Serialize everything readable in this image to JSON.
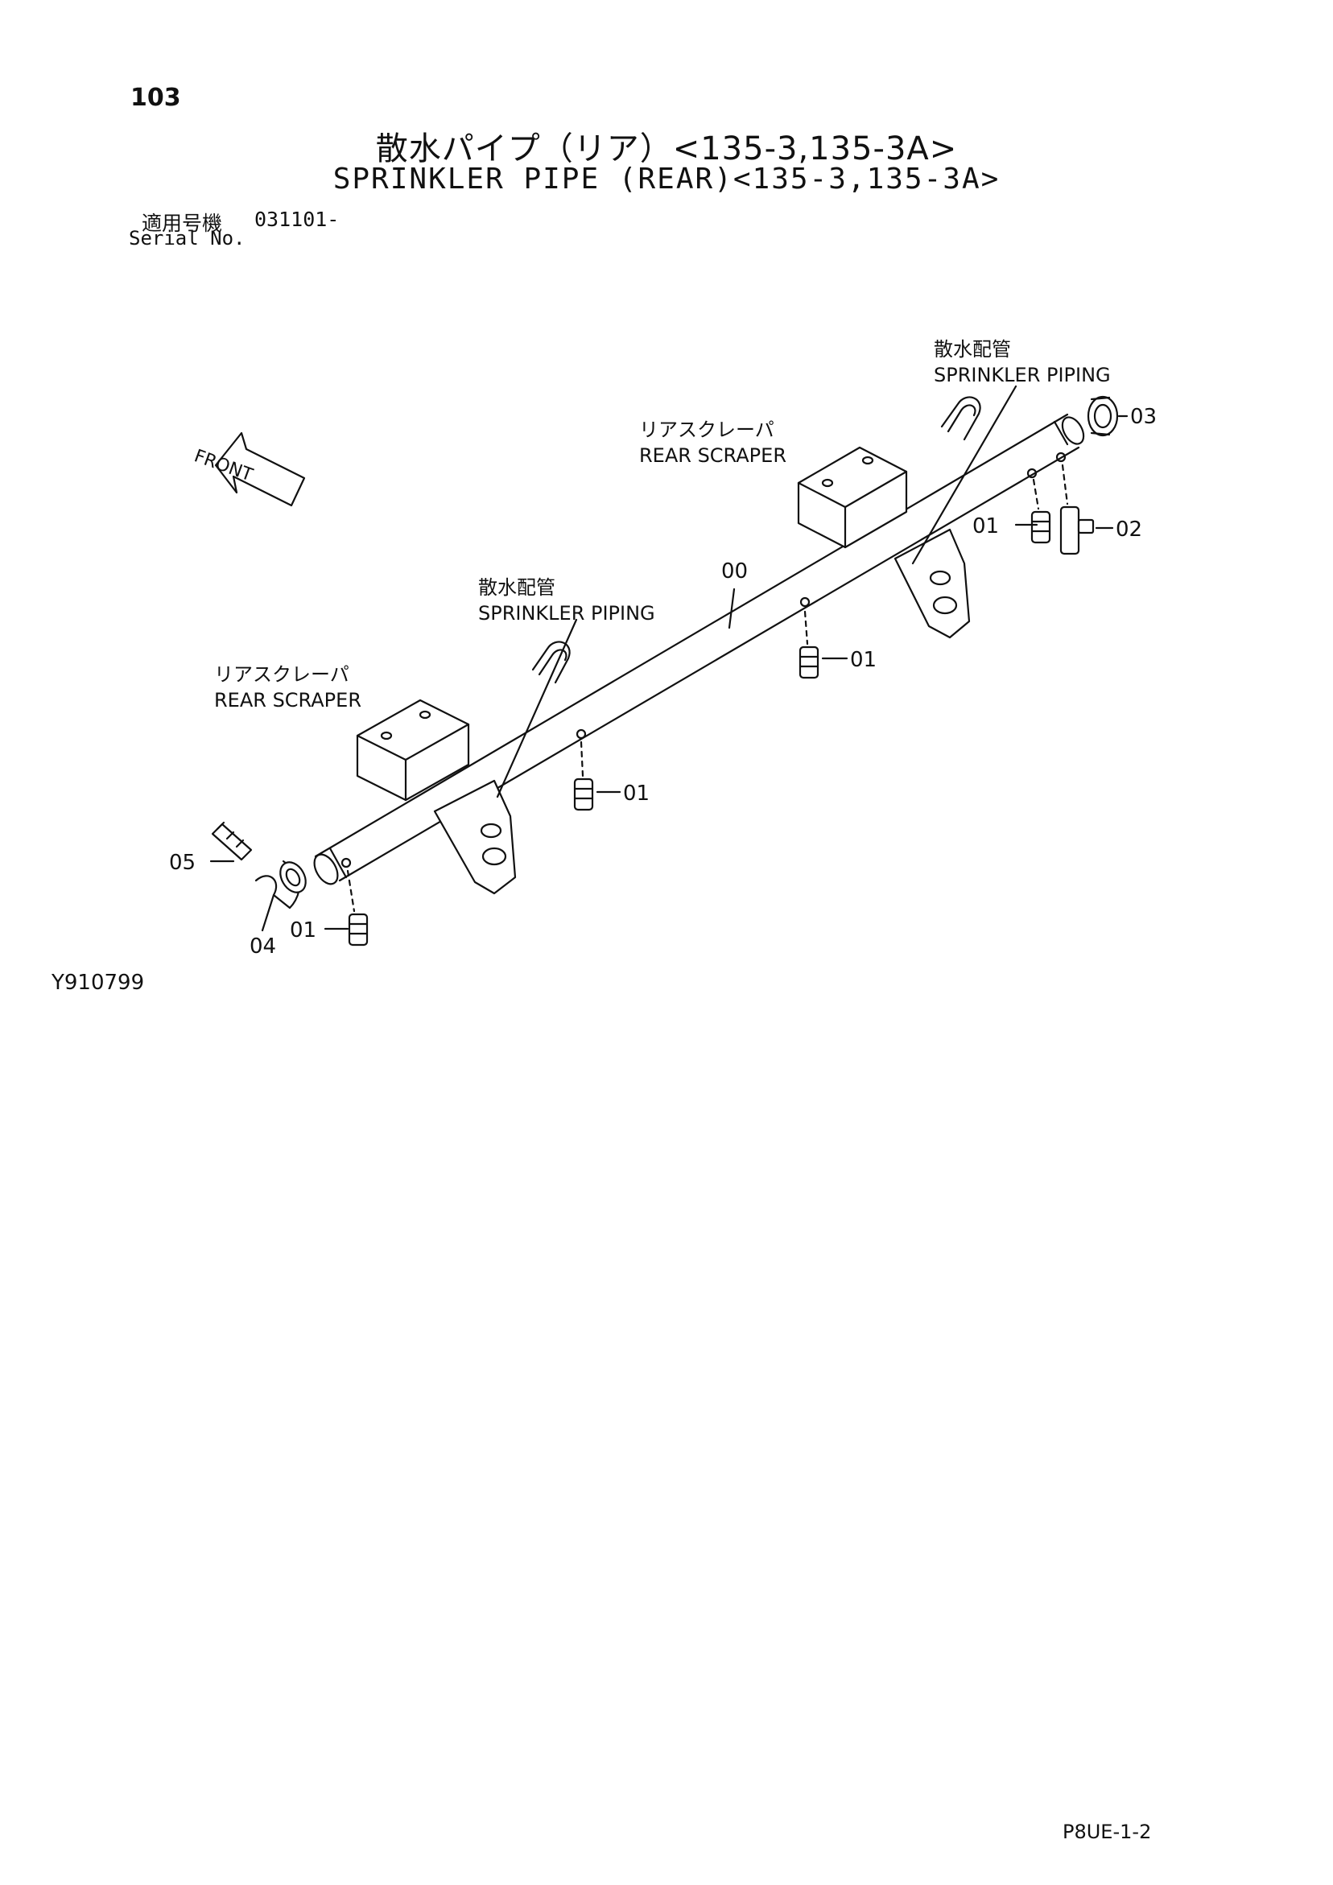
{
  "page": {
    "number": "103",
    "title_ja": "散水パイプ（リア）<135-3,135-3A>",
    "title_en": "SPRINKLER PIPE (REAR)<135-3,135-3A>",
    "serial_label_ja": "適用号機",
    "serial_value": "031101-",
    "serial_label_en": "Serial No.",
    "figure_id": "Y910799",
    "page_code": "P8UE-1-2"
  },
  "diagram": {
    "front_arrow": "FRONT",
    "callouts": [
      {
        "ja": "散水配管",
        "en": "SPRINKLER PIPING"
      },
      {
        "ja": "リアスクレーパ",
        "en": "REAR SCRAPER"
      },
      {
        "ja": "散水配管",
        "en": "SPRINKLER PIPING"
      },
      {
        "ja": "リアスクレーパ",
        "en": "REAR SCRAPER"
      }
    ],
    "part_numbers": [
      "03",
      "01",
      "02",
      "00",
      "01",
      "01",
      "05",
      "04",
      "01"
    ]
  }
}
